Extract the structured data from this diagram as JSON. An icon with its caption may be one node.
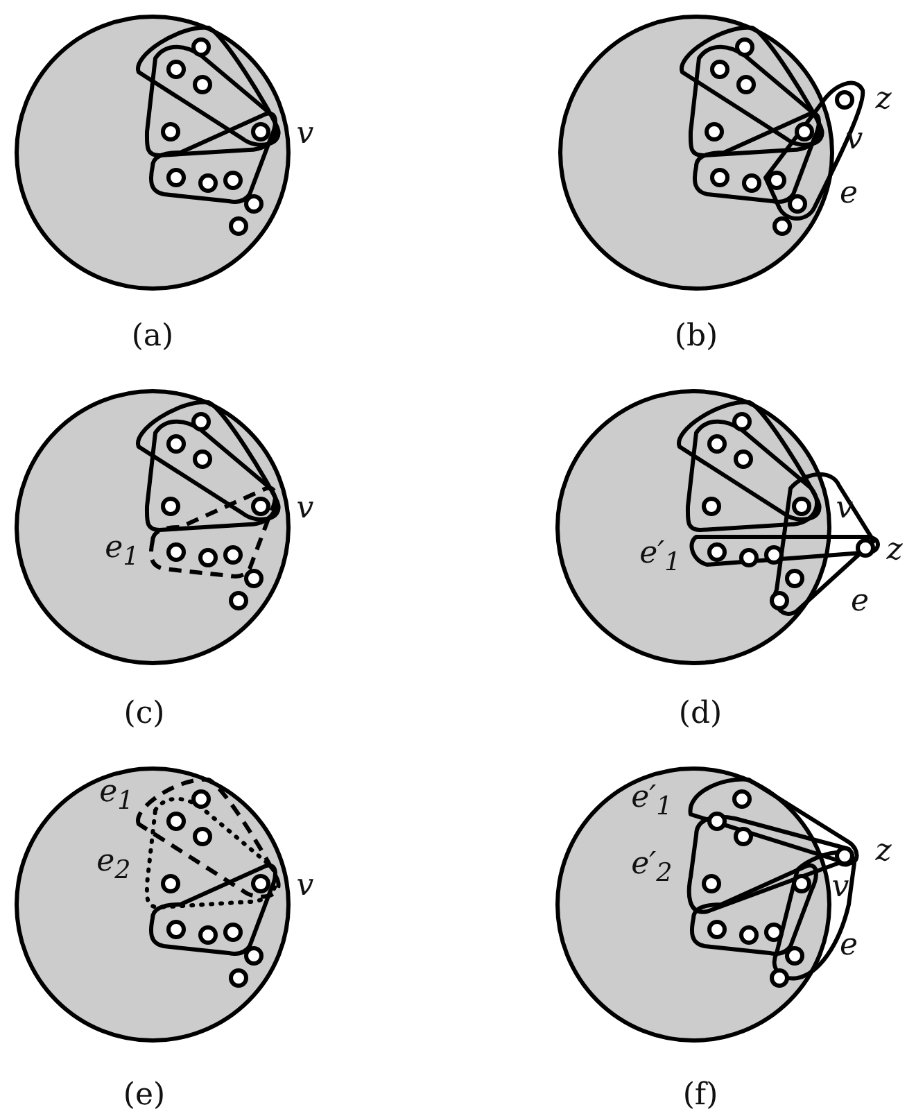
{
  "diagram": {
    "labels": [
      "v",
      "(a)",
      "z",
      "v",
      "e",
      "(b)",
      "v",
      "e$_{1}$",
      "(c)",
      "v",
      "z",
      "e′$_{1}$",
      "e",
      "(d)",
      "e$_{1}$",
      "e$_{2}$",
      "v",
      "(e)",
      "e′$_{1}$",
      "z",
      "e′$_{2}$",
      "v",
      "e",
      "(f)"
    ]
  }
}
